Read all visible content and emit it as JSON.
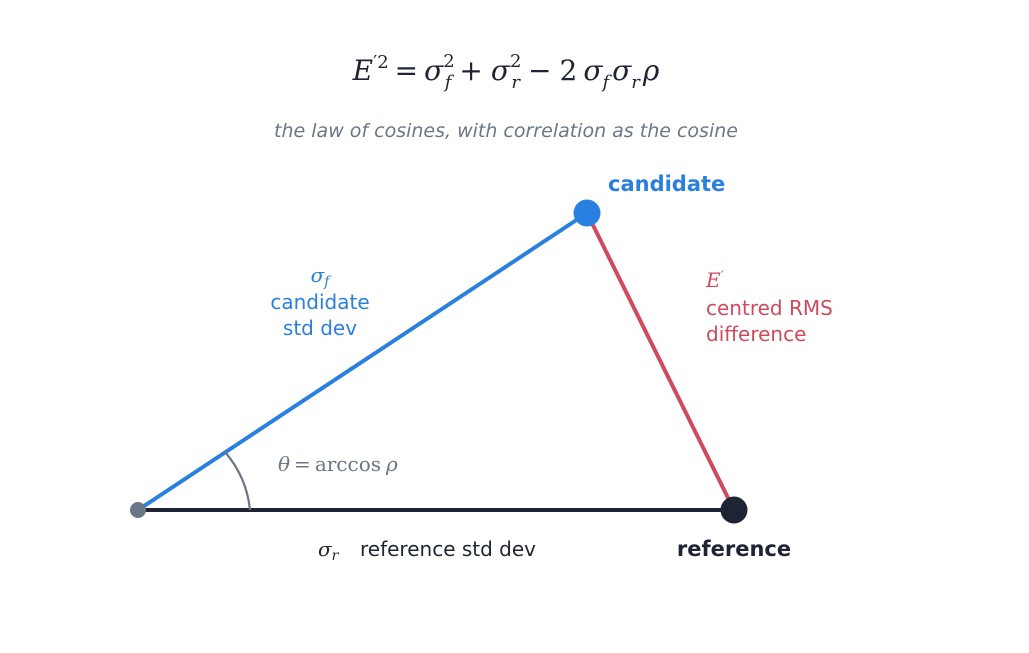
{
  "formula": {
    "lhs_E": "E",
    "lhs_prime": "′",
    "lhs_sq": "2",
    "eq": "=",
    "sigma": "σ",
    "sub_f": "f",
    "sub_r": "r",
    "sq": "2",
    "plus": "+",
    "minus": "−",
    "two": "2",
    "rho": "ρ"
  },
  "subtitle": "the law of cosines, with correlation as the cosine",
  "vertices": {
    "candidate_label": "candidate",
    "reference_label": "reference"
  },
  "sides": {
    "candidate_symbol": "σ",
    "candidate_symbol_sub": "f",
    "candidate_line1": "candidate",
    "candidate_line2": "std dev",
    "reference_symbol": "σ",
    "reference_symbol_sub": "r",
    "reference_text": "reference std dev",
    "error_symbol": "E",
    "error_symbol_prime": "′",
    "error_line1": "centred RMS",
    "error_line2": "difference"
  },
  "angle": {
    "theta": "θ",
    "eq": "=",
    "func": "arccos",
    "rho": "ρ"
  },
  "colors": {
    "candidate": "#2a80e0",
    "reference": "#1e2433",
    "error": "#d14a5c",
    "muted": "#6b7687",
    "text": "#1e2433"
  }
}
